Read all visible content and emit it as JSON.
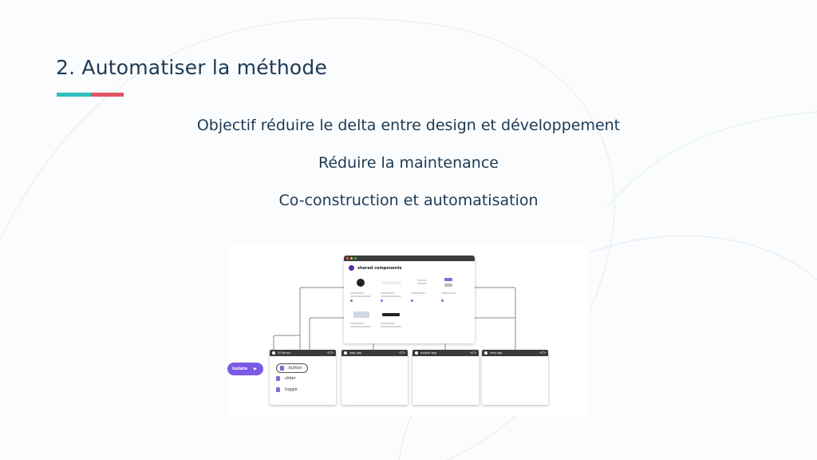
{
  "slide": {
    "title": "2. Automatiser la méthode",
    "accent_colors": [
      "#2bbfbe",
      "#e35465"
    ],
    "bullets": [
      "Objectif réduire le delta entre design et développement",
      "Réduire la maintenance",
      "Co-construction et automatisation"
    ]
  },
  "figure": {
    "main_window": {
      "title": "shared components"
    },
    "windows": [
      {
        "label": "UI library",
        "items": [
          "button",
          "slider",
          "toggle"
        ],
        "active_item": 0
      },
      {
        "label": "web app"
      },
      {
        "label": "mobile app"
      },
      {
        "label": "new app"
      }
    ],
    "isolate_button": {
      "label": "Isolate",
      "icon": "play-icon"
    },
    "colors": {
      "button": "#7a5ae6",
      "window_bar": "#3a3a3a",
      "file_icon": "#7b6fd0",
      "logo": "#5a2ea6"
    }
  }
}
